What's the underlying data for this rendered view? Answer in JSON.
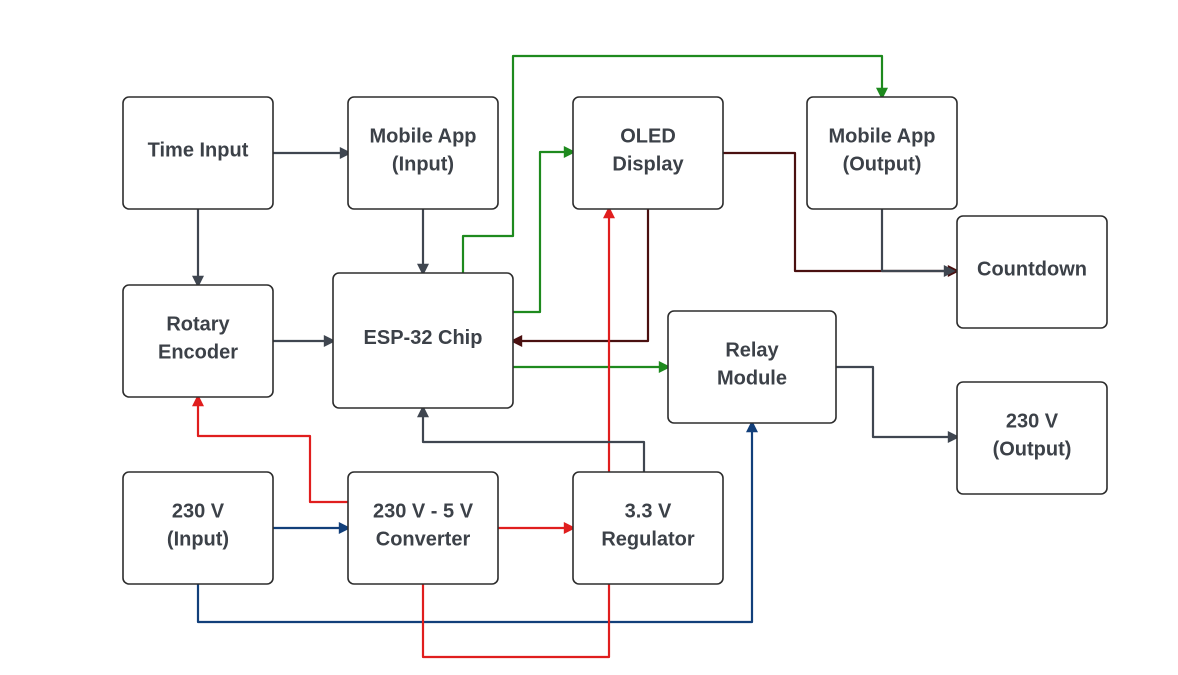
{
  "colors": {
    "signal": "#3f4650",
    "data": "#1e8a1e",
    "power_5v": "#e01e1e",
    "mains": "#123f7a",
    "feedback": "#4a1010",
    "block_text": "#3c4148",
    "block_border": "#2d2d2d"
  },
  "blocks": {
    "time_input": {
      "lines": [
        "Time Input"
      ]
    },
    "mobile_app_input": {
      "lines": [
        "Mobile App",
        "(Input)"
      ]
    },
    "oled_display": {
      "lines": [
        "OLED",
        "Display"
      ]
    },
    "mobile_app_output": {
      "lines": [
        "Mobile App",
        "(Output)"
      ]
    },
    "countdown": {
      "lines": [
        "Countdown"
      ]
    },
    "rotary_encoder": {
      "lines": [
        "Rotary",
        "Encoder"
      ]
    },
    "esp32_chip": {
      "lines": [
        "ESP-32 Chip"
      ]
    },
    "relay_module": {
      "lines": [
        "Relay",
        "Module"
      ]
    },
    "output_230v": {
      "lines": [
        "230 V",
        "(Output)"
      ]
    },
    "input_230v": {
      "lines": [
        "230 V",
        "(Input)"
      ]
    },
    "converter": {
      "lines": [
        "230 V - 5 V",
        "Converter"
      ]
    },
    "regulator": {
      "lines": [
        "3.3 V",
        "Regulator"
      ]
    }
  },
  "connections": [
    {
      "from": "time_input",
      "to": "mobile_app_input",
      "color": "signal"
    },
    {
      "from": "time_input",
      "to": "rotary_encoder",
      "color": "signal"
    },
    {
      "from": "mobile_app_input",
      "to": "esp32_chip",
      "color": "signal"
    },
    {
      "from": "rotary_encoder",
      "to": "esp32_chip",
      "color": "signal"
    },
    {
      "from": "esp32_chip",
      "to": "oled_display",
      "color": "data"
    },
    {
      "from": "esp32_chip",
      "to": "mobile_app_output",
      "color": "data"
    },
    {
      "from": "esp32_chip",
      "to": "relay_module",
      "color": "data"
    },
    {
      "from": "oled_display",
      "to": "esp32_chip",
      "color": "feedback"
    },
    {
      "from": "oled_display",
      "to": "countdown",
      "color": "feedback"
    },
    {
      "from": "mobile_app_output",
      "to": "countdown",
      "color": "signal"
    },
    {
      "from": "relay_module",
      "to": "output_230v",
      "color": "signal"
    },
    {
      "from": "input_230v",
      "to": "converter",
      "color": "mains"
    },
    {
      "from": "input_230v",
      "to": "relay_module",
      "color": "mains"
    },
    {
      "from": "converter",
      "to": "regulator",
      "color": "power_5v"
    },
    {
      "from": "converter",
      "to": "rotary_encoder",
      "color": "power_5v"
    },
    {
      "from": "converter",
      "to": "regulator",
      "color": "power_5v"
    },
    {
      "from": "regulator",
      "to": "oled_display",
      "color": "power_5v"
    },
    {
      "from": "regulator",
      "to": "esp32_chip",
      "color": "signal"
    }
  ]
}
